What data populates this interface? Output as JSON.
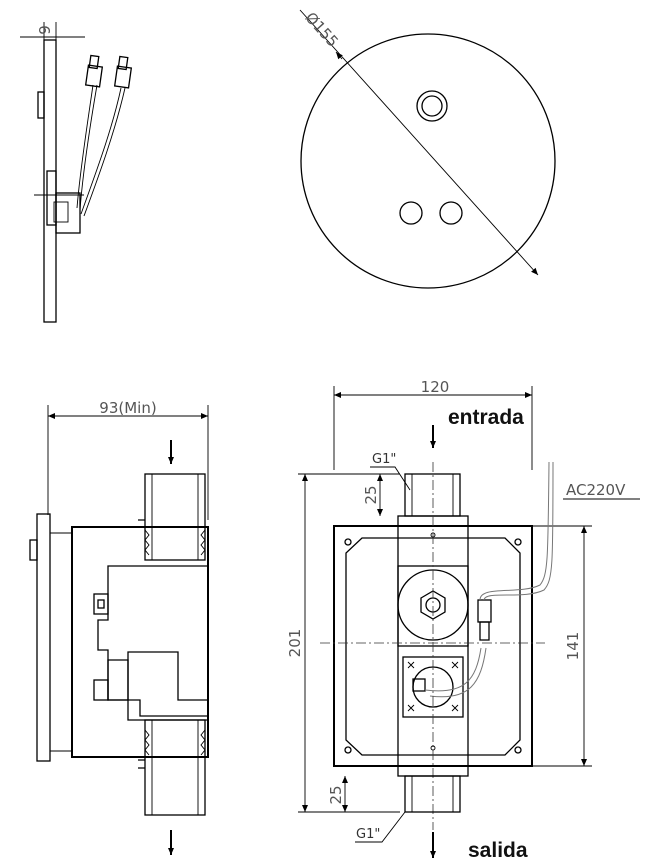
{
  "side_view_top": {
    "dimension_width": "9"
  },
  "front_view_top": {
    "diameter": "Ø155"
  },
  "section_view": {
    "dimension_depth": "93(Min)"
  },
  "front_view_bottom": {
    "dimension_width": "120",
    "dimension_height": "201",
    "dimension_mount_height": "141",
    "pipe_length_top": "25",
    "pipe_length_bottom": "25",
    "thread_top": "G1\"",
    "thread_bottom": "G1\"",
    "power_label": "AC220V",
    "inlet_label": "entrada",
    "outlet_label": "salida"
  }
}
